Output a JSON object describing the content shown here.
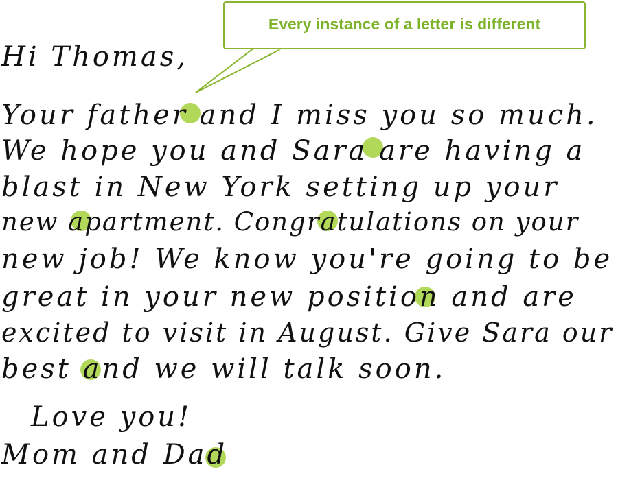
{
  "callout": {
    "text": "Every instance of a letter is different"
  },
  "letter": {
    "greeting": "Hi Thomas,",
    "lines": [
      "Your father and I miss you so much.",
      "We hope you and Sara are having a",
      "blast in New York setting up your",
      "new apartment. Congratulations on your",
      "new job! We know you're going to be",
      "great in your new position and are",
      "excited to visit in August. Give Sara our",
      "best and we will talk soon."
    ],
    "closing": "Love you!",
    "signature": "Mom and Dad"
  },
  "highlight_color": "#b2d85a",
  "accent_color": "#7cb32b"
}
